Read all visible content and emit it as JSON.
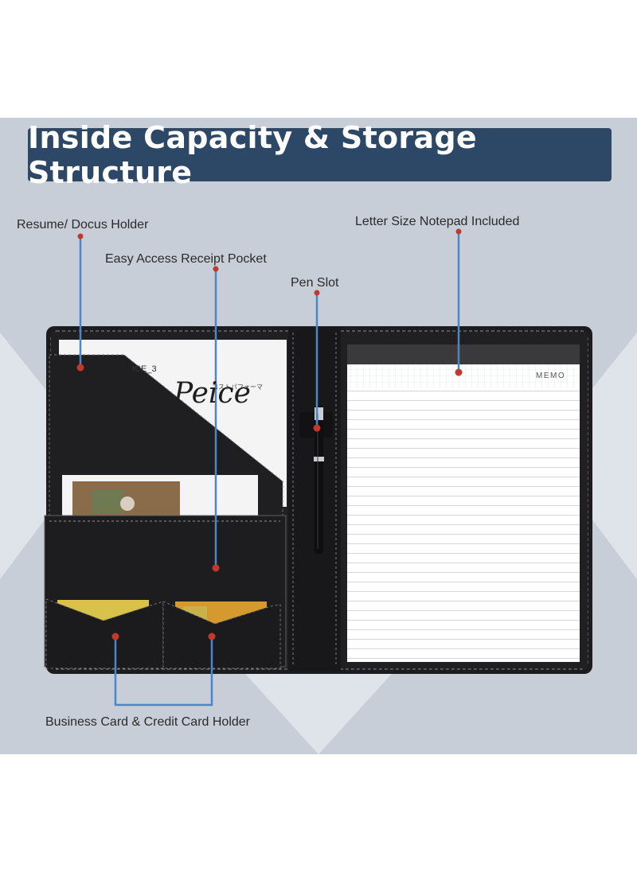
{
  "title": "Inside Capacity & Storage Structure",
  "callouts": {
    "resume": "Resume/ Docus Holder",
    "receipt": "Easy Access Receipt Pocket",
    "pen": "Pen Slot",
    "notepad": "Letter Size Notepad Included",
    "cards": "Business Card & Credit Card Holder"
  },
  "paper_text": {
    "brand": "Peice",
    "line1": "ICE_3",
    "japanese": "コストパフォーマ"
  },
  "notepad_text": "MEMO",
  "colors": {
    "banner": "#2d4867",
    "background": "#c8ced8",
    "leader_line": "#4a86c8",
    "marker": "#c0392b",
    "leather": "#1c1c1e"
  }
}
